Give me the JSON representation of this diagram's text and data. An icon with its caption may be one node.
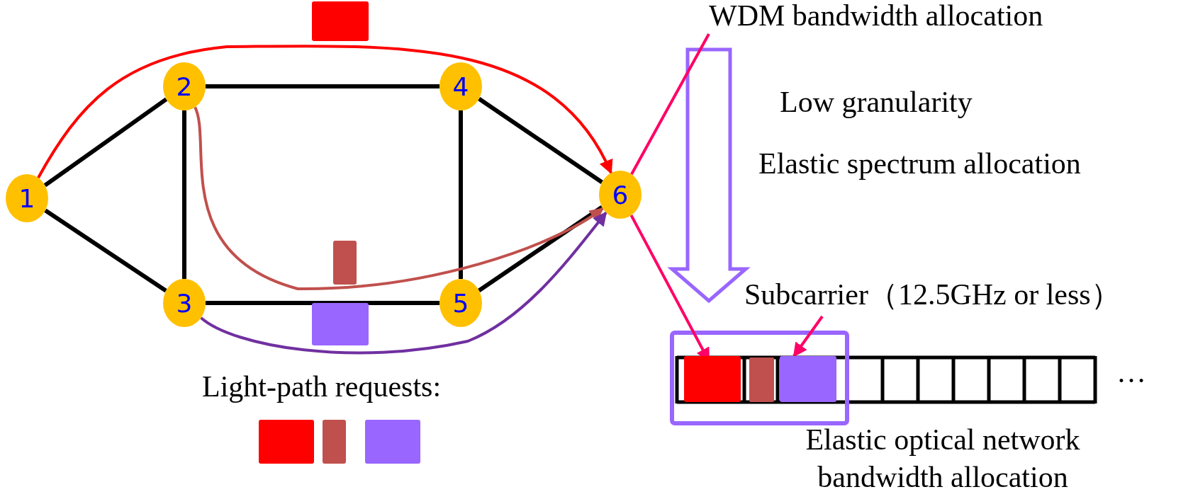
{
  "diagram": {
    "nodes": [
      {
        "text": [
          "1"
        ]
      },
      {
        "text": [
          "2"
        ]
      },
      {
        "text": [
          "3"
        ]
      },
      {
        "text": [
          "4"
        ]
      },
      {
        "text": [
          "5"
        ]
      },
      {
        "text": [
          "6"
        ]
      },
      {
        "text": [
          "Subcarrier（12.5GHz or less）"
        ]
      },
      {
        "text": [],
        "shape": "bar"
      },
      {
        "text": [],
        "shape": "bar"
      },
      {
        "text": [
          "WDM bandwidth allocation"
        ]
      },
      {
        "text": [],
        "shape": "bar"
      },
      {
        "text": [],
        "shape": "bar"
      },
      {
        "text": [],
        "shape": "bar"
      }
    ],
    "edges": [
      {
        "from": 0,
        "to": 1,
        "arrow": "none"
      },
      {
        "from": 0,
        "to": 2,
        "arrow": "none"
      },
      {
        "from": 1,
        "to": 3,
        "arrow": "none"
      },
      {
        "from": 1,
        "to": 2,
        "arrow": "none"
      },
      {
        "from": 3,
        "to": 4,
        "arrow": "none"
      },
      {
        "from": 2,
        "to": 4,
        "arrow": "none"
      },
      {
        "from": 3,
        "to": 5,
        "arrow": "none"
      },
      {
        "from": 4,
        "to": 5,
        "arrow": "none"
      },
      {
        "from": 0,
        "to": 5,
        "arrow": "to",
        "color": "#ff0000"
      },
      {
        "from": 1,
        "to": 5,
        "arrow": "to",
        "color": "#c0504d"
      },
      {
        "from": 2,
        "to": 5,
        "arrow": "to",
        "color": "#7030a0"
      },
      {
        "from": 9,
        "to": 5,
        "arrow": "none",
        "color": "#ff0066"
      },
      {
        "from": 5,
        "to": 7,
        "arrow": "to",
        "color": "#ff0066"
      },
      {
        "from": 6,
        "to": 8,
        "arrow": "to",
        "color": "#ff0066"
      }
    ],
    "labels": [
      "Low granularity",
      "Elastic spectrum allocation",
      "…",
      "Elastic optical network bandwidth allocation",
      "Light-path requests:"
    ]
  }
}
